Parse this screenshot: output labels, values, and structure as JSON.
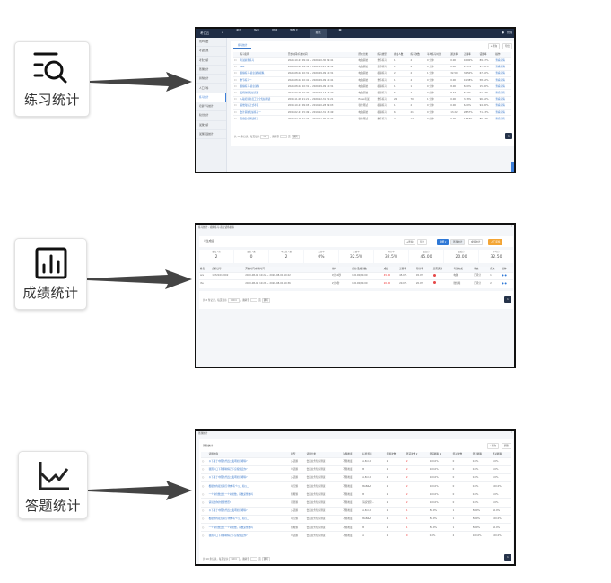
{
  "cards": [
    {
      "label": "练习统计",
      "icon": "list-search-icon"
    },
    {
      "label": "成绩统计",
      "icon": "bar-chart-icon"
    },
    {
      "label": "答题统计",
      "icon": "line-chart-icon"
    }
  ],
  "shot1": {
    "logo": "考试云",
    "nav": [
      "考试",
      "练习",
      "培训",
      "旅教 ▾",
      "报表",
      "▦"
    ],
    "nav_active": 4,
    "user": "管理",
    "sidebar": [
      "用户概要",
      "考试结果",
      "考生分析",
      "答题统计",
      "阅卷统计",
      "人工评卷",
      "练习统计",
      "培训学习统计",
      "积分统计",
      "试题分析",
      "试题错误统计"
    ],
    "sidebar_active": 6,
    "tab": "练习统计",
    "btn_search": "+查询",
    "btn_export": "导出",
    "columns": [
      "",
      "练习名称",
      "开放时间/有效时间",
      "所在分类",
      "练习类型",
      "参加人数",
      "练习次数",
      "平均练习时长",
      "通过率",
      "正确率",
      "错题率",
      "操作"
    ],
    "rows": [
      [
        "☐",
        "考试前测练习",
        "2020-10-23 09:41 ~ 2020-10-30 09:41",
        "电脑基础",
        "章节练习",
        "1",
        "2",
        "0 分钟",
        "0.00",
        "10.00%",
        "89.67%",
        "查看详情"
      ],
      [
        "☐",
        "test",
        "2020-08-20 09:52 ~ 2021-01-25 09:52",
        "电脑基础",
        "章节练习",
        "1",
        "4",
        "0 分钟",
        "0.00",
        "2.50%",
        "97.50%",
        "查看详情"
      ],
      [
        "☐",
        "模拟练习-商业试卷模拟",
        "2020-08-02 10:31 ~ 2020-09-09 10:31",
        "电脑基础",
        "模拟练习",
        "2",
        "2",
        "1 分钟",
        "32.50",
        "32.50%",
        "67.50%",
        "查看详情"
      ],
      [
        "☐",
        "章节练习一",
        "2020-08-02 10:41 ~ 2020-09-09 10:41",
        "电脑基础",
        "章节练习",
        "1",
        "4",
        "0 分钟",
        "0.00",
        "41.38%",
        "58.62%",
        "查看详情"
      ],
      [
        "☐",
        "模拟练习-商业试卷",
        "2020-08-02 10:31 ~ 2020-09-09 10:31",
        "电脑基础",
        "模拟练习",
        "1",
        "1",
        "0 分钟",
        "8.00",
        "8.00%",
        "15.00%",
        "查看详情"
      ],
      [
        "☐",
        "疫情防控知识竞赛",
        "2020-03-06 16:40 ~ 2020-03-13 16:40",
        "电脑基础",
        "模拟练习",
        "6",
        "4",
        "0 分钟",
        "8.33",
        "8.33%",
        "91.67%",
        "查看详情"
      ],
      [
        "☐",
        "入职培训新员工安全知识测试",
        "2019-11-08 21:21 ~ 2020-12-31 21:21",
        "Excel考试",
        "章节练习",
        "20",
        "70",
        "1 分钟",
        "0.00",
        "3.18%",
        "96.82%",
        "查看详情"
      ],
      [
        "☐",
        "运维知识正式考核",
        "2019-10-21 09:03 ~ 2019-10-28 09:03",
        "软件测试",
        "模拟练习",
        "1",
        "2",
        "0 分钟",
        "0.00",
        "6.00%",
        "94.00%",
        "查看详情"
      ],
      [
        "☐",
        "会计基础知识练习一",
        "2019-02-21 15:49 ~ 2019-12-31 15:49",
        "电脑基础",
        "模拟练习",
        "6",
        "21",
        "0 分钟",
        "13.22",
        "28.57%",
        "71.43%",
        "查看详情"
      ],
      [
        "☐",
        "保密安全测试练习",
        "2019-02-15 21:42 ~ 2019-11-30 21:42",
        "软件测试",
        "章节练习",
        "4",
        "17",
        "0 分钟",
        "0.00",
        "13.53%",
        "86.47%",
        "查看详情"
      ]
    ],
    "pagination": {
      "text": "共 10 条记录，每页显示",
      "size": "10",
      "goto": "，跳转至",
      "page_suffix": "页",
      "go": "跳转",
      "page": "1"
    }
  },
  "shot2": {
    "title": "练习统计 - 模拟练习-商业试卷模拟",
    "section": "考生成绩",
    "buttons": [
      "+查询",
      "导出",
      "明细 ▾",
      "答题统计",
      "成绩统计",
      "人工评卷"
    ],
    "stats": [
      {
        "label": "参加人次",
        "value": "2"
      },
      {
        "label": "及格人数",
        "value": "0"
      },
      {
        "label": "不及格人数",
        "value": "2"
      },
      {
        "label": "及格率",
        "value": "0%"
      },
      {
        "label": "正确率",
        "value": "32.5%"
      },
      {
        "label": "得分率",
        "value": "32.5%"
      },
      {
        "label": "最高分",
        "value": "45.00"
      },
      {
        "label": "最低分",
        "value": "20.00"
      },
      {
        "label": "平均分",
        "value": "32.50"
      }
    ],
    "columns": [
      "姓名",
      "身份证号",
      "开始时间/交卷时间",
      "用时",
      "总分/及格分数",
      "成绩",
      "正确率",
      "得分率",
      "是否通过",
      "考试方式",
      "状态",
      "名次",
      "操作"
    ],
    "rows": [
      [
        "ars",
        "18721012002",
        "2020-08-01 10:22 ~ 2020-08-01 10:22",
        "0分10秒",
        "100.00/60.00",
        "45.00",
        "45.0%",
        "45.0%",
        "●",
        "电脑",
        "已评分",
        "1",
        "● ●"
      ],
      [
        "lhs",
        "",
        "2020-08-01 10:26 ~ 2020-08-01 10:36",
        "2分0秒",
        "100.00/60.00",
        "20.00",
        "20.0%",
        "20.0%",
        "●",
        "微信端",
        "已评分",
        "2",
        "● ●"
      ]
    ],
    "pagination": {
      "text": "共 2 条记录，每页显示",
      "size": "100 ▾",
      "goto": "，跳转至",
      "page_suffix": "页",
      "go": "跳转",
      "page": "1"
    }
  },
  "shot3": {
    "title": "答题统计",
    "section": "答题统计",
    "buttons": [
      "+查询",
      "刷新"
    ],
    "columns": [
      "",
      "试题内容",
      "题型",
      "试题分类",
      "试题难度",
      "标准答案",
      "答题次数",
      "答错次数 ▾",
      "答错概率 ▾",
      "答对次数",
      "答对概率",
      "答对概率"
    ],
    "rows": [
      [
        "○",
        "以下属于中国古代四大发明的是哪些?",
        "多选题",
        "会员业务知识测试",
        "不限难度",
        "A,B,C,D",
        "2",
        "2",
        "100.0%",
        "0",
        "0.0%",
        "0.0%"
      ],
      [
        "○",
        "我国人口下列哪种情况下应按规定办?",
        "单选题",
        "会员业务知识测试",
        "不限难度",
        "B",
        "2",
        "2",
        "100.0%",
        "0",
        "0.0%",
        "0.0%"
      ],
      [
        "○",
        "以下属于中国古代四大发明的是哪些?",
        "多选题",
        "会员业务知识测试",
        "不限难度",
        "A,B,C,D",
        "2",
        "2",
        "100.0%",
        "0",
        "0.0%",
        "0.0%"
      ],
      [
        "○",
        "根据你的观点填空:物体有个()__ 和()__",
        "填空题",
        "会员业务知识测试",
        "不限难度",
        "BAB&A",
        "2",
        "2",
        "100.0%",
        "0",
        "0.0%",
        "100.0%"
      ],
      [
        "○",
        "一个两位数比上一个两位数，得数是整数吗",
        "判断题",
        "会员业务知识测试",
        "不限难度",
        "B",
        "2",
        "2",
        "100.0%",
        "0",
        "0.0%",
        "0.0%"
      ],
      [
        "○",
        "请说出你的管理经历?",
        "问答题",
        "会员业务知识测试",
        "不限难度",
        "请说管理...",
        "2",
        "2",
        "100.0%",
        "0",
        "0.0%",
        "0.0%"
      ],
      [
        "○",
        "以下属于中国古代四大发明的是哪些?",
        "多选题",
        "会员业务知识测试",
        "不限难度",
        "A,B,C,D",
        "2",
        "1",
        "50.0%",
        "1",
        "50.0%",
        "50.0%"
      ],
      [
        "○",
        "根据你的观点填空:物体有个()__ 和()__",
        "填空题",
        "会员业务知识测试",
        "不限难度",
        "BAB&A",
        "2",
        "1",
        "50.0%",
        "1",
        "50.0%",
        "100.0%"
      ],
      [
        "○",
        "一个两位数比上一个两位数，得数是整数吗",
        "判断题",
        "会员业务知识测试",
        "不限难度",
        "B",
        "2",
        "1",
        "50.0%",
        "1",
        "50.0%",
        "50.0%"
      ],
      [
        "○",
        "我国人口下列哪种情况下应按规定办?",
        "单选题",
        "会员业务知识测试",
        "不限难度",
        "A",
        "2",
        "0",
        "0.0%",
        "2",
        "100.0%",
        "100.0%"
      ]
    ],
    "pagination": {
      "text": "共 10 条记录，每页显示",
      "size": "10 ▾",
      "goto": "，跳转至",
      "page_suffix": "页",
      "go": "跳转",
      "page": "1"
    }
  }
}
